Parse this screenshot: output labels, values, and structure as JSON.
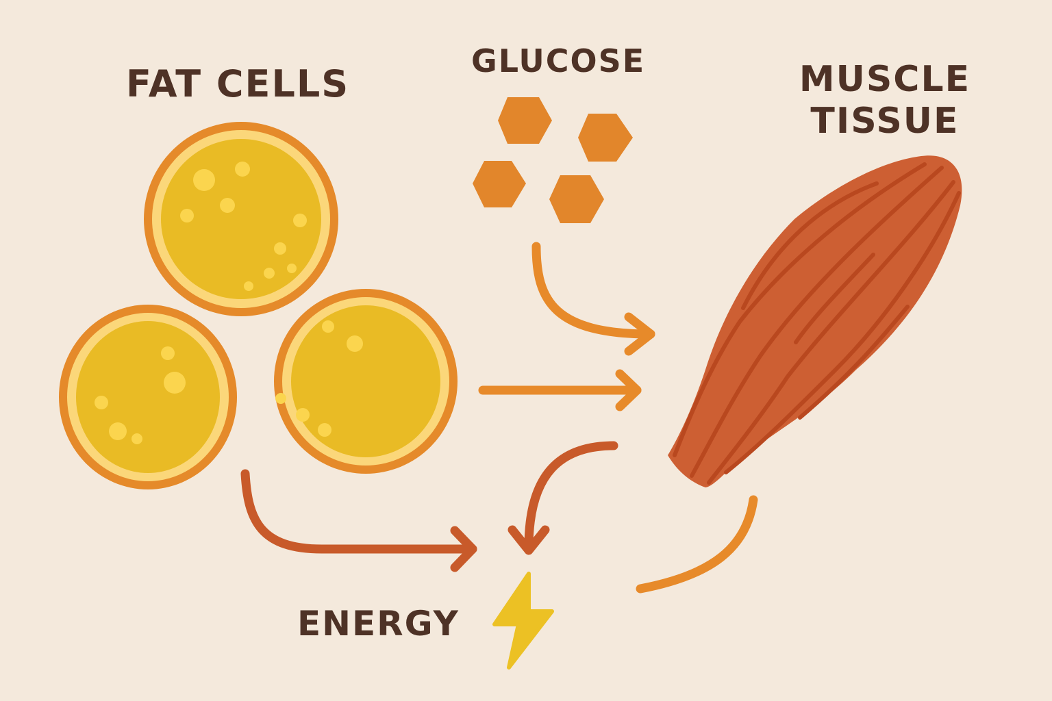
{
  "labels": {
    "fat_cells": "FAT CELLS",
    "glucose": "GLUCOSE",
    "muscle_line1": "MUSCLE",
    "muscle_line2": "TISSUE",
    "energy": "ENERGY"
  },
  "colors": {
    "background": "#f4e9dc",
    "text": "#4e3226",
    "cell_outline": "#e58a2a",
    "cell_ring": "#fbd77a",
    "cell_fill": "#e9bb25",
    "cell_droplet": "#fbd54e",
    "glucose": "#e2862b",
    "muscle": "#cd5f33",
    "muscle_striation": "#b9481f",
    "arrow_orange": "#e78a2a",
    "arrow_rust": "#c85a2a",
    "bolt": "#ecc124"
  },
  "diagram": {
    "nodes": [
      "Fat cells",
      "Glucose",
      "Muscle tissue",
      "Energy"
    ],
    "flows": [
      {
        "from": "Glucose",
        "to": "Muscle tissue"
      },
      {
        "from": "Fat cells",
        "to": "Muscle tissue"
      },
      {
        "from": "Fat cells",
        "to": "Energy"
      },
      {
        "from": "Muscle tissue",
        "to": "Energy"
      }
    ]
  }
}
